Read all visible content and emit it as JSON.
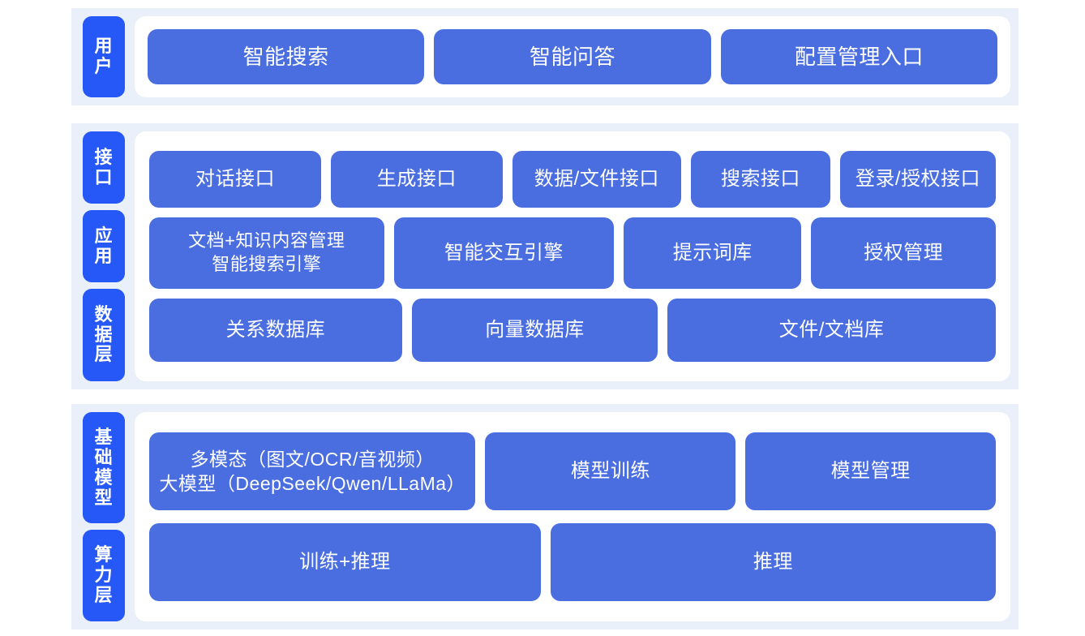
{
  "theme": {
    "page_background": "#ffffff",
    "band_background": "#eaf0fa",
    "panel_background": "#ffffff",
    "tab_color": "#2558f6",
    "box_color": "#4a6ee0",
    "box_text_color": "#ffffff"
  },
  "sections": [
    {
      "id": "user",
      "tabs": [
        {
          "label": "用户"
        }
      ],
      "rows": [
        {
          "id": "user-entries",
          "boxes": [
            {
              "label": "智能搜索"
            },
            {
              "label": "智能问答"
            },
            {
              "label": "配置管理入口"
            }
          ]
        }
      ]
    },
    {
      "id": "platform",
      "tabs": [
        {
          "label": "接口"
        },
        {
          "label": "应用"
        },
        {
          "label": "数据层"
        }
      ],
      "rows": [
        {
          "id": "interface",
          "boxes": [
            {
              "label": "对话接口"
            },
            {
              "label": "生成接口"
            },
            {
              "label": "数据/文件接口"
            },
            {
              "label": "搜索接口"
            },
            {
              "label": "登录/授权接口"
            }
          ]
        },
        {
          "id": "application",
          "boxes": [
            {
              "label": "文档+知识内容管理\n智能搜索引擎"
            },
            {
              "label": "智能交互引擎"
            },
            {
              "label": "提示词库"
            },
            {
              "label": "授权管理"
            }
          ]
        },
        {
          "id": "data",
          "boxes": [
            {
              "label": "关系数据库"
            },
            {
              "label": "向量数据库"
            },
            {
              "label": "文件/文档库"
            }
          ]
        }
      ]
    },
    {
      "id": "infrastructure",
      "tabs": [
        {
          "label": "基础模型"
        },
        {
          "label": "算力层"
        }
      ],
      "rows": [
        {
          "id": "model",
          "boxes": [
            {
              "label": "多模态（图文/OCR/音视频）\n大模型（DeepSeek/Qwen/LLaMa）"
            },
            {
              "label": "模型训练"
            },
            {
              "label": "模型管理"
            }
          ]
        },
        {
          "id": "compute",
          "boxes": [
            {
              "label": "训练+推理"
            },
            {
              "label": "推理"
            }
          ]
        }
      ]
    }
  ]
}
